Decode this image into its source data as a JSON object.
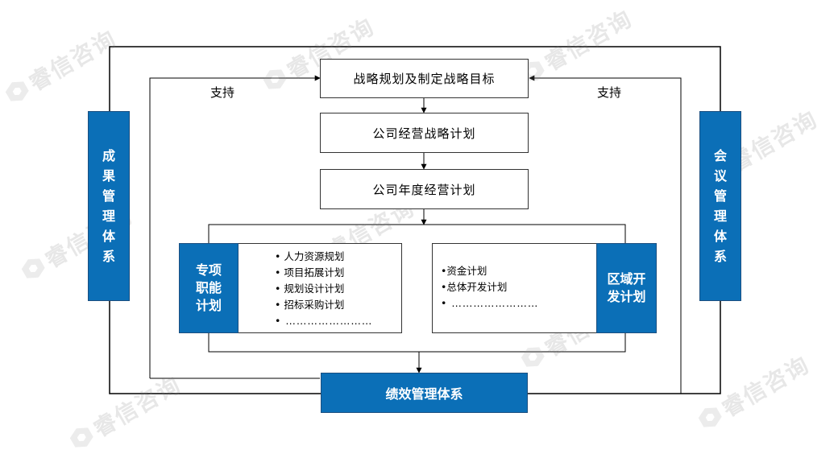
{
  "top_box": "战略规划及制定战略目标",
  "box_strategy_plan": "公司经营战略计划",
  "box_annual_plan": "公司年度经营计划",
  "bottom_box": "绩效管理体系",
  "support_left": "支持",
  "support_right": "支持",
  "left_system": [
    "成",
    "果",
    "管",
    "理",
    "体",
    "系"
  ],
  "right_system": [
    "会",
    "议",
    "管",
    "理",
    "体",
    "系"
  ],
  "special_func": [
    "专项",
    "职能",
    "计划"
  ],
  "special_list": [
    "• 人力资源规划",
    "• 项目拓展计划",
    "• 规划设计计划",
    "• 招标采购计划",
    "• ……………………"
  ],
  "region_dev": [
    "区域开",
    "发计划"
  ],
  "region_list": [
    "•资金计划",
    "•总体开发计划",
    "•  ……………………"
  ],
  "watermark": "睿信咨询",
  "colors": {
    "blue": "#0b6fb7",
    "line": "#333333"
  }
}
